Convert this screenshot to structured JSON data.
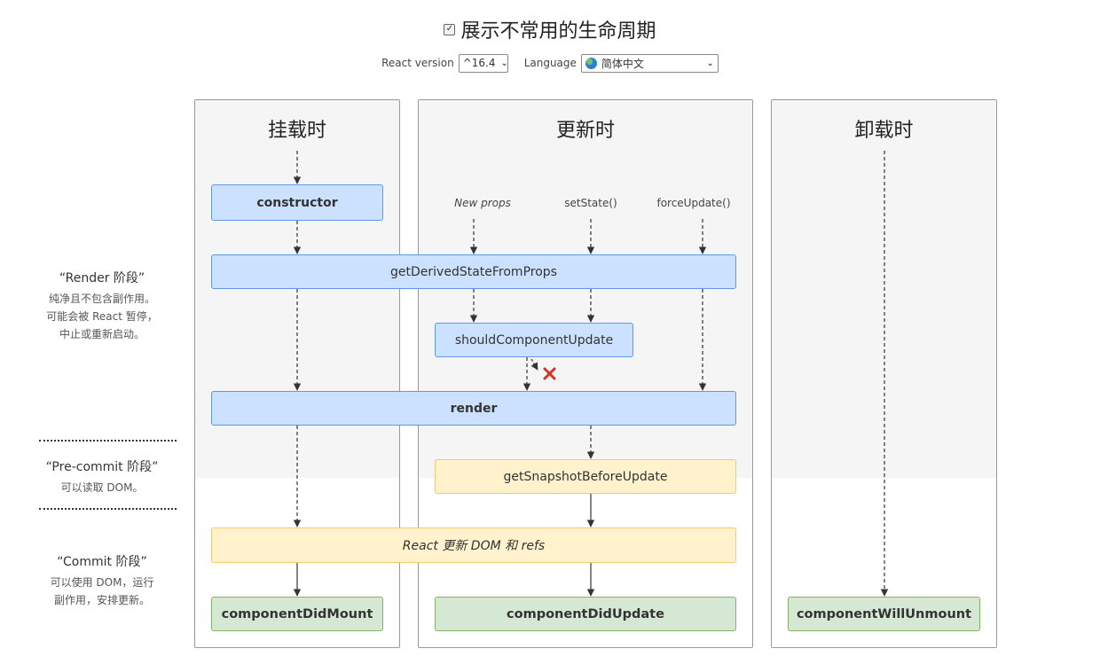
{
  "header": {
    "checkbox_mark": "✓",
    "title": "展示不常用的生命周期",
    "react_version_label": "React version",
    "react_version_value": "^16.4",
    "language_label": "Language",
    "language_value": "简体中文"
  },
  "columns": {
    "mounting": "挂载时",
    "updating": "更新时",
    "unmounting": "卸载时"
  },
  "phases": {
    "render": {
      "title": "“Render 阶段”",
      "lines": [
        "纯净且不包含副作用。",
        "可能会被 React 暂停，",
        "中止或重新启动。"
      ]
    },
    "precommit": {
      "title": "“Pre-commit 阶段”",
      "lines": [
        "可以读取 DOM。"
      ]
    },
    "commit": {
      "title": "“Commit 阶段”",
      "lines": [
        "可以使用 DOM，运行",
        "副作用，安排更新。"
      ]
    }
  },
  "triggers": {
    "new_props": "New props",
    "set_state": "setState()",
    "force_update": "forceUpdate()"
  },
  "nodes": {
    "constructor": "constructor",
    "get_derived_state": "getDerivedStateFromProps",
    "should_update": "shouldComponentUpdate",
    "render": "render",
    "get_snapshot": "getSnapshotBeforeUpdate",
    "react_updates_dom": "React 更新 DOM 和 refs",
    "did_mount": "componentDidMount",
    "did_update": "componentDidUpdate",
    "will_unmount": "componentWillUnmount"
  },
  "icons": {
    "checkbox": "checkmark-icon",
    "globe": "globe-icon",
    "chevron": "chevron-down-icon",
    "cancel": "red-x-icon"
  },
  "colors": {
    "blue_fill": "#cce0ff",
    "blue_border": "#5b9ae6",
    "yellow_fill": "#fff2cc",
    "yellow_border": "#f2c96d",
    "green_fill": "#d5e8d4",
    "green_border": "#82b366",
    "cancel_red": "#d93025"
  }
}
